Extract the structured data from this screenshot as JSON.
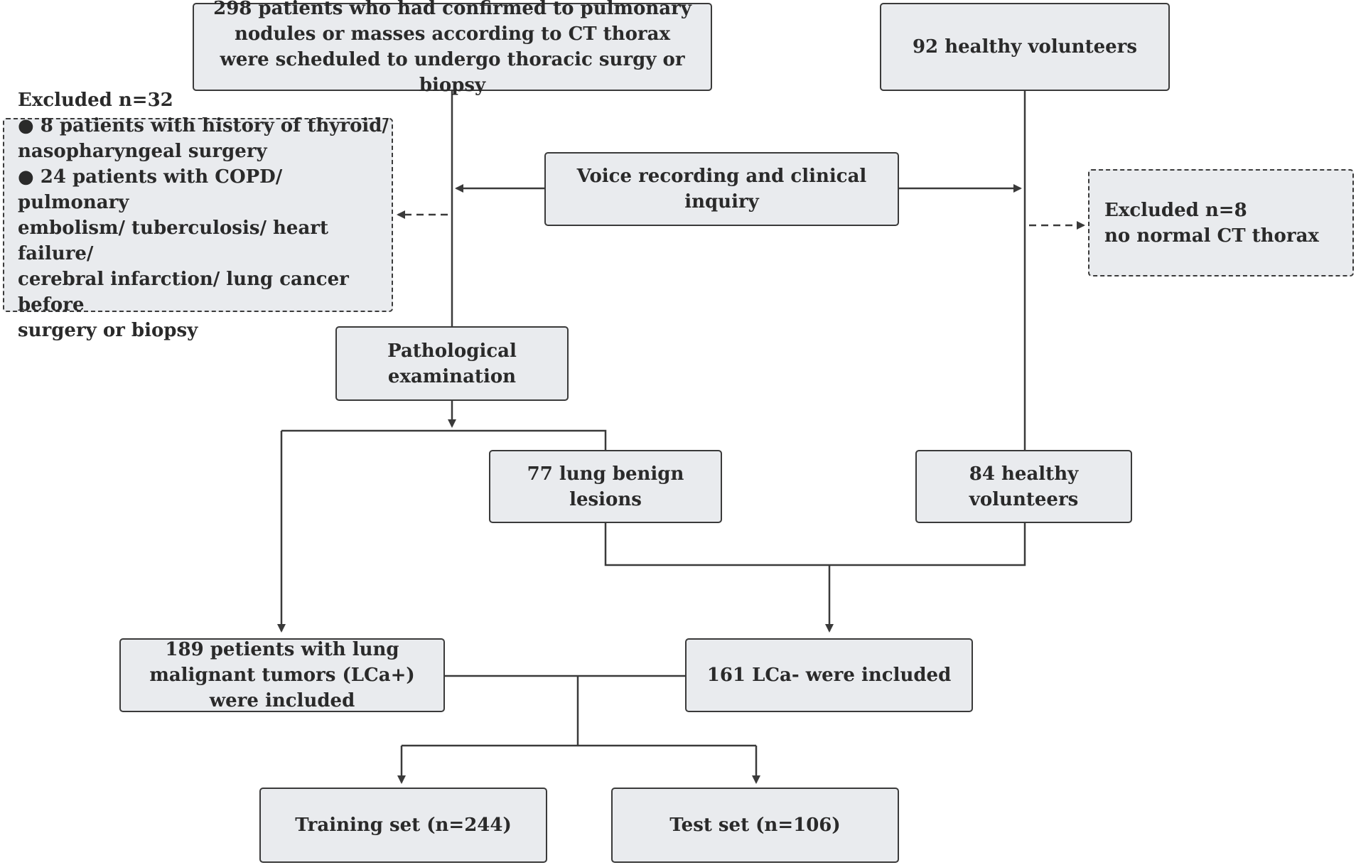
{
  "nodes": {
    "patients_scheduled": "298 patients who had confirmed to pulmonary nodules or masses according to CT thorax were scheduled to undergo thoracic surgy or biopsy",
    "healthy_92": "92 healthy volunteers",
    "voice_recording": "Voice recording and clinical inquiry",
    "excluded_left": {
      "title": "Excluded n=32",
      "line1": "● 8 patients with history of thyroid/",
      "line2": "nasopharyngeal surgery",
      "line3": "● 24 patients with COPD/ pulmonary",
      "line4": "embolism/ tuberculosis/ heart failure/",
      "line5": "cerebral infarction/ lung cancer before",
      "line6": "surgery or biopsy"
    },
    "excluded_right": {
      "title": "Excluded n=8",
      "line1": "no normal CT thorax"
    },
    "pathological": "Pathological examination",
    "benign_77": "77 lung benign lesions",
    "healthy_84": "84 healthy volunteers",
    "lca_pos": "189 petients with lung malignant tumors (LCa+) were included",
    "lca_neg": "161 LCa- were included",
    "training": "Training set (n=244)",
    "test": "Test set (n=106)"
  }
}
